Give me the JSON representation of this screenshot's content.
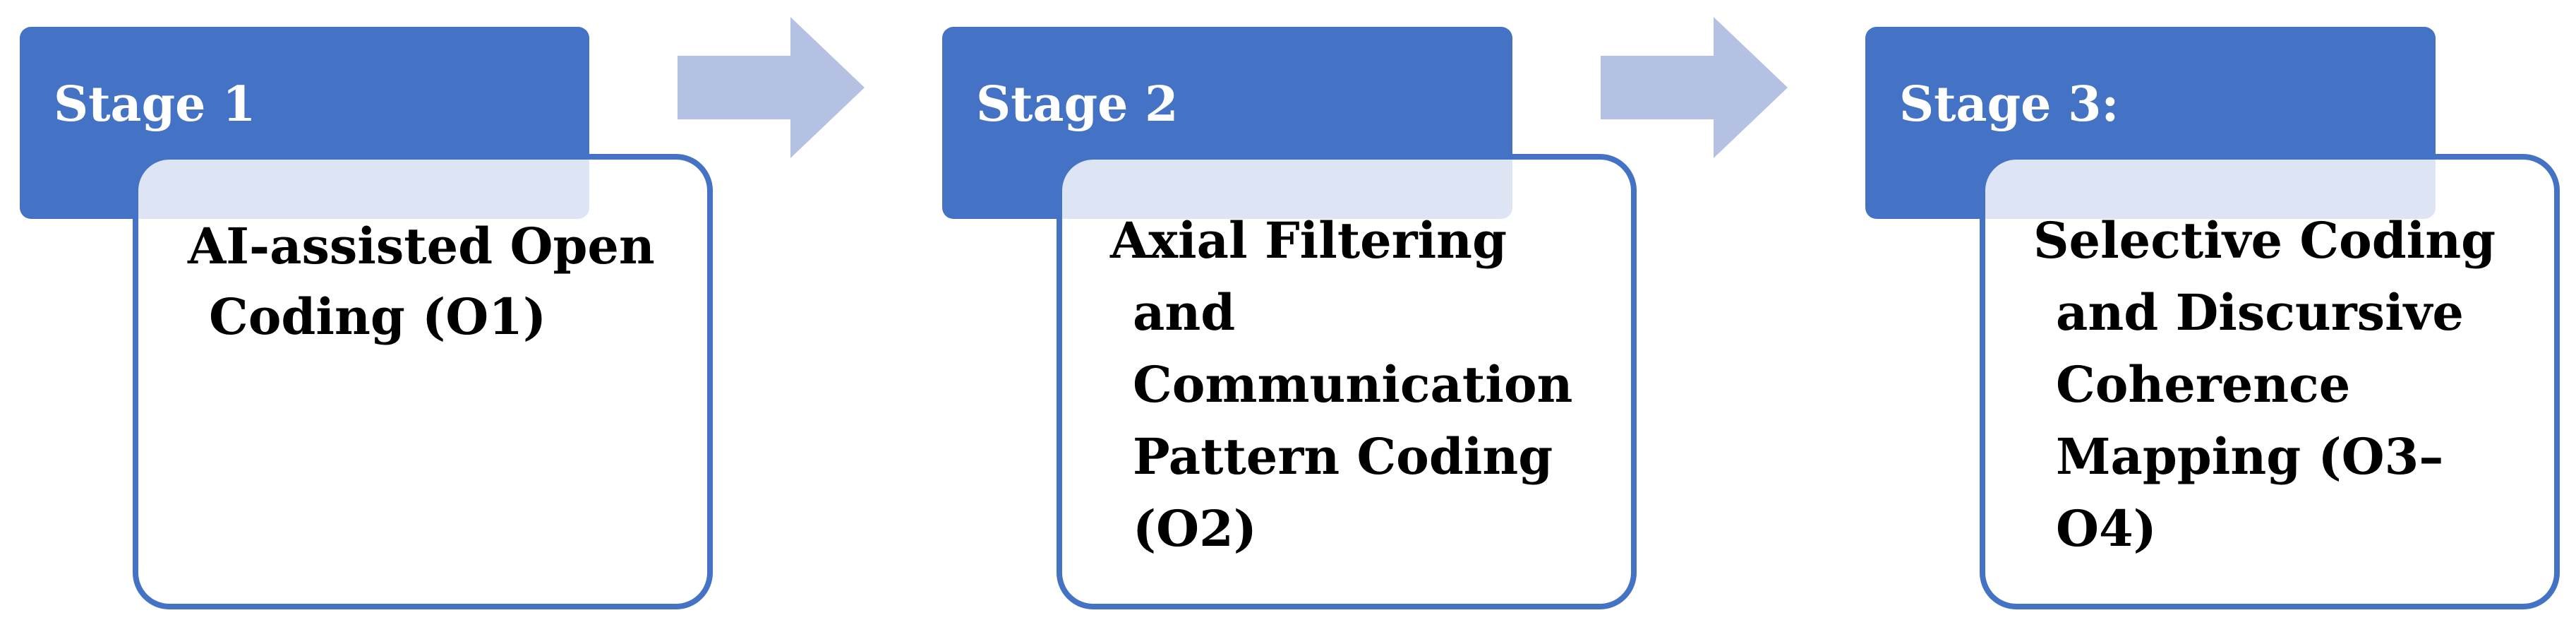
{
  "colors": {
    "stage_header": "#4472c4",
    "card_border": "#4472c4",
    "arrow": "#b4c1e2",
    "text_on_header": "#ffffff",
    "card_text": "#000000"
  },
  "stages": [
    {
      "header": "Stage 1",
      "lines": [
        "AI-assisted Open",
        "Coding (O1)"
      ]
    },
    {
      "header": "Stage 2",
      "lines": [
        "Axial Filtering",
        "and",
        "Communication",
        "Pattern Coding",
        "(O2)"
      ]
    },
    {
      "header": "Stage 3:",
      "lines": [
        "Selective Coding",
        "and Discursive",
        "Coherence",
        "Mapping (O3–",
        "O4)"
      ]
    }
  ],
  "arrows": [
    {
      "icon": "right-arrow-icon",
      "from": "Stage 1",
      "to": "Stage 2"
    },
    {
      "icon": "right-arrow-icon",
      "from": "Stage 2",
      "to": "Stage 3:"
    }
  ]
}
